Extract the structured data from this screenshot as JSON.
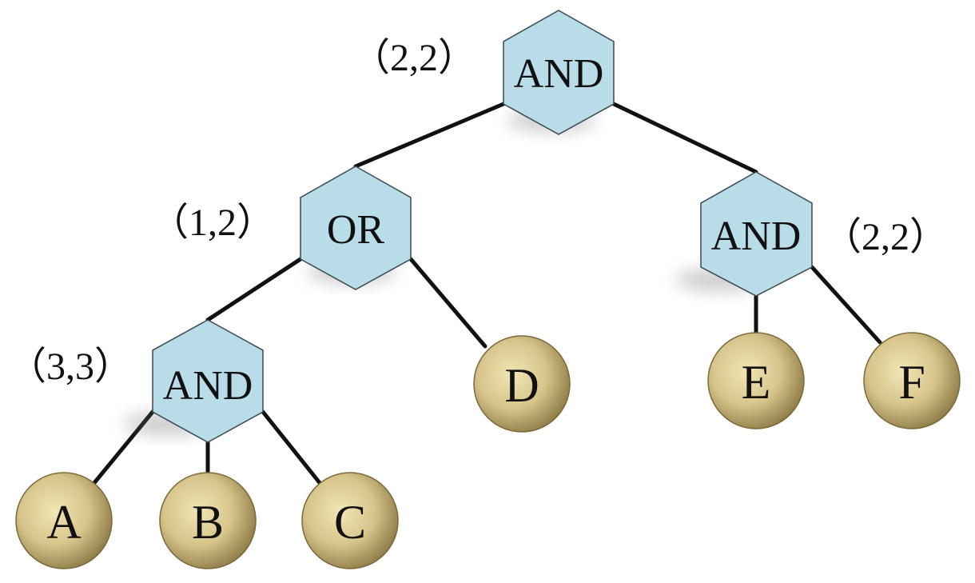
{
  "colors": {
    "gate_fill": "#b9dde8",
    "leaf_fill": "#c9b678",
    "edge": "#111111"
  },
  "gates": {
    "root": {
      "label": "AND",
      "threshold": "（2,2）"
    },
    "or_node": {
      "label": "OR",
      "threshold": "（1,2）"
    },
    "and_right": {
      "label": "AND",
      "threshold": "（2,2）"
    },
    "and_left": {
      "label": "AND",
      "threshold": "（3,3）"
    }
  },
  "leaves": {
    "a": "A",
    "b": "B",
    "c": "C",
    "d": "D",
    "e": "E",
    "f": "F"
  }
}
